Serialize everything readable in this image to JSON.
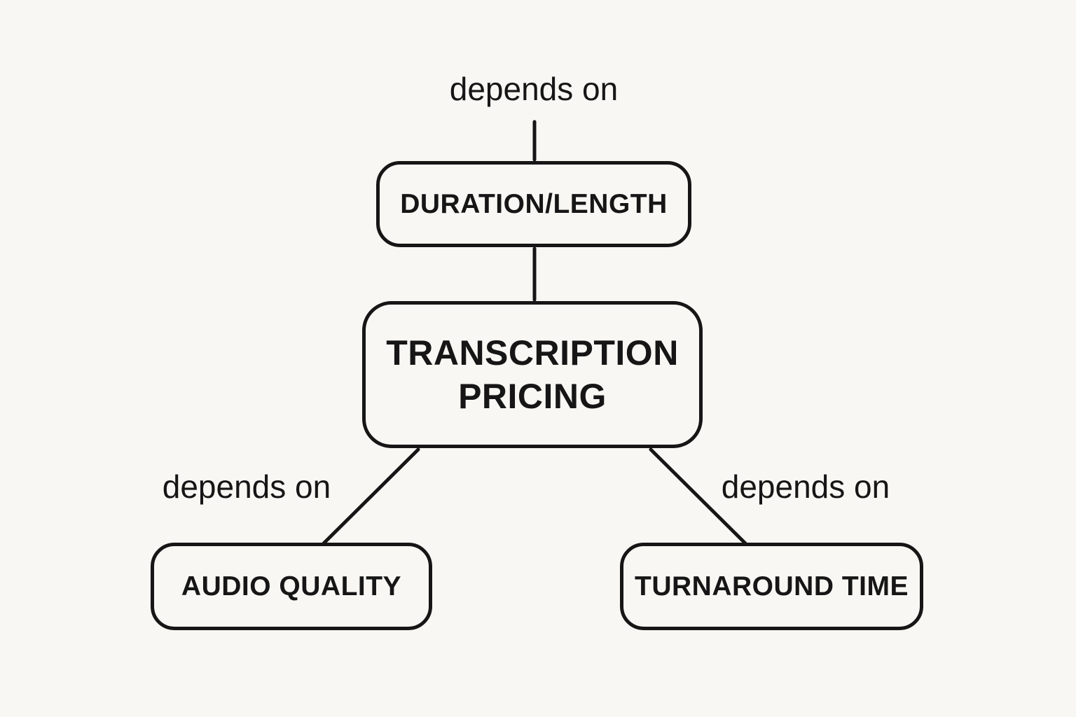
{
  "diagram": {
    "title_concept": "Transcription pricing dependency diagram",
    "background_color": "#f8f7f3",
    "stroke_color": "#161616",
    "nodes": {
      "center": {
        "label": "TRANSCRIPTION PRICING"
      },
      "top": {
        "label": "DURATION/LENGTH"
      },
      "bottom_left": {
        "label": "AUDIO QUALITY"
      },
      "bottom_right": {
        "label": "TURNAROUND TIME"
      }
    },
    "edges": {
      "top": {
        "label": "depends on"
      },
      "left": {
        "label": "depends on"
      },
      "right": {
        "label": "depends on"
      }
    }
  }
}
